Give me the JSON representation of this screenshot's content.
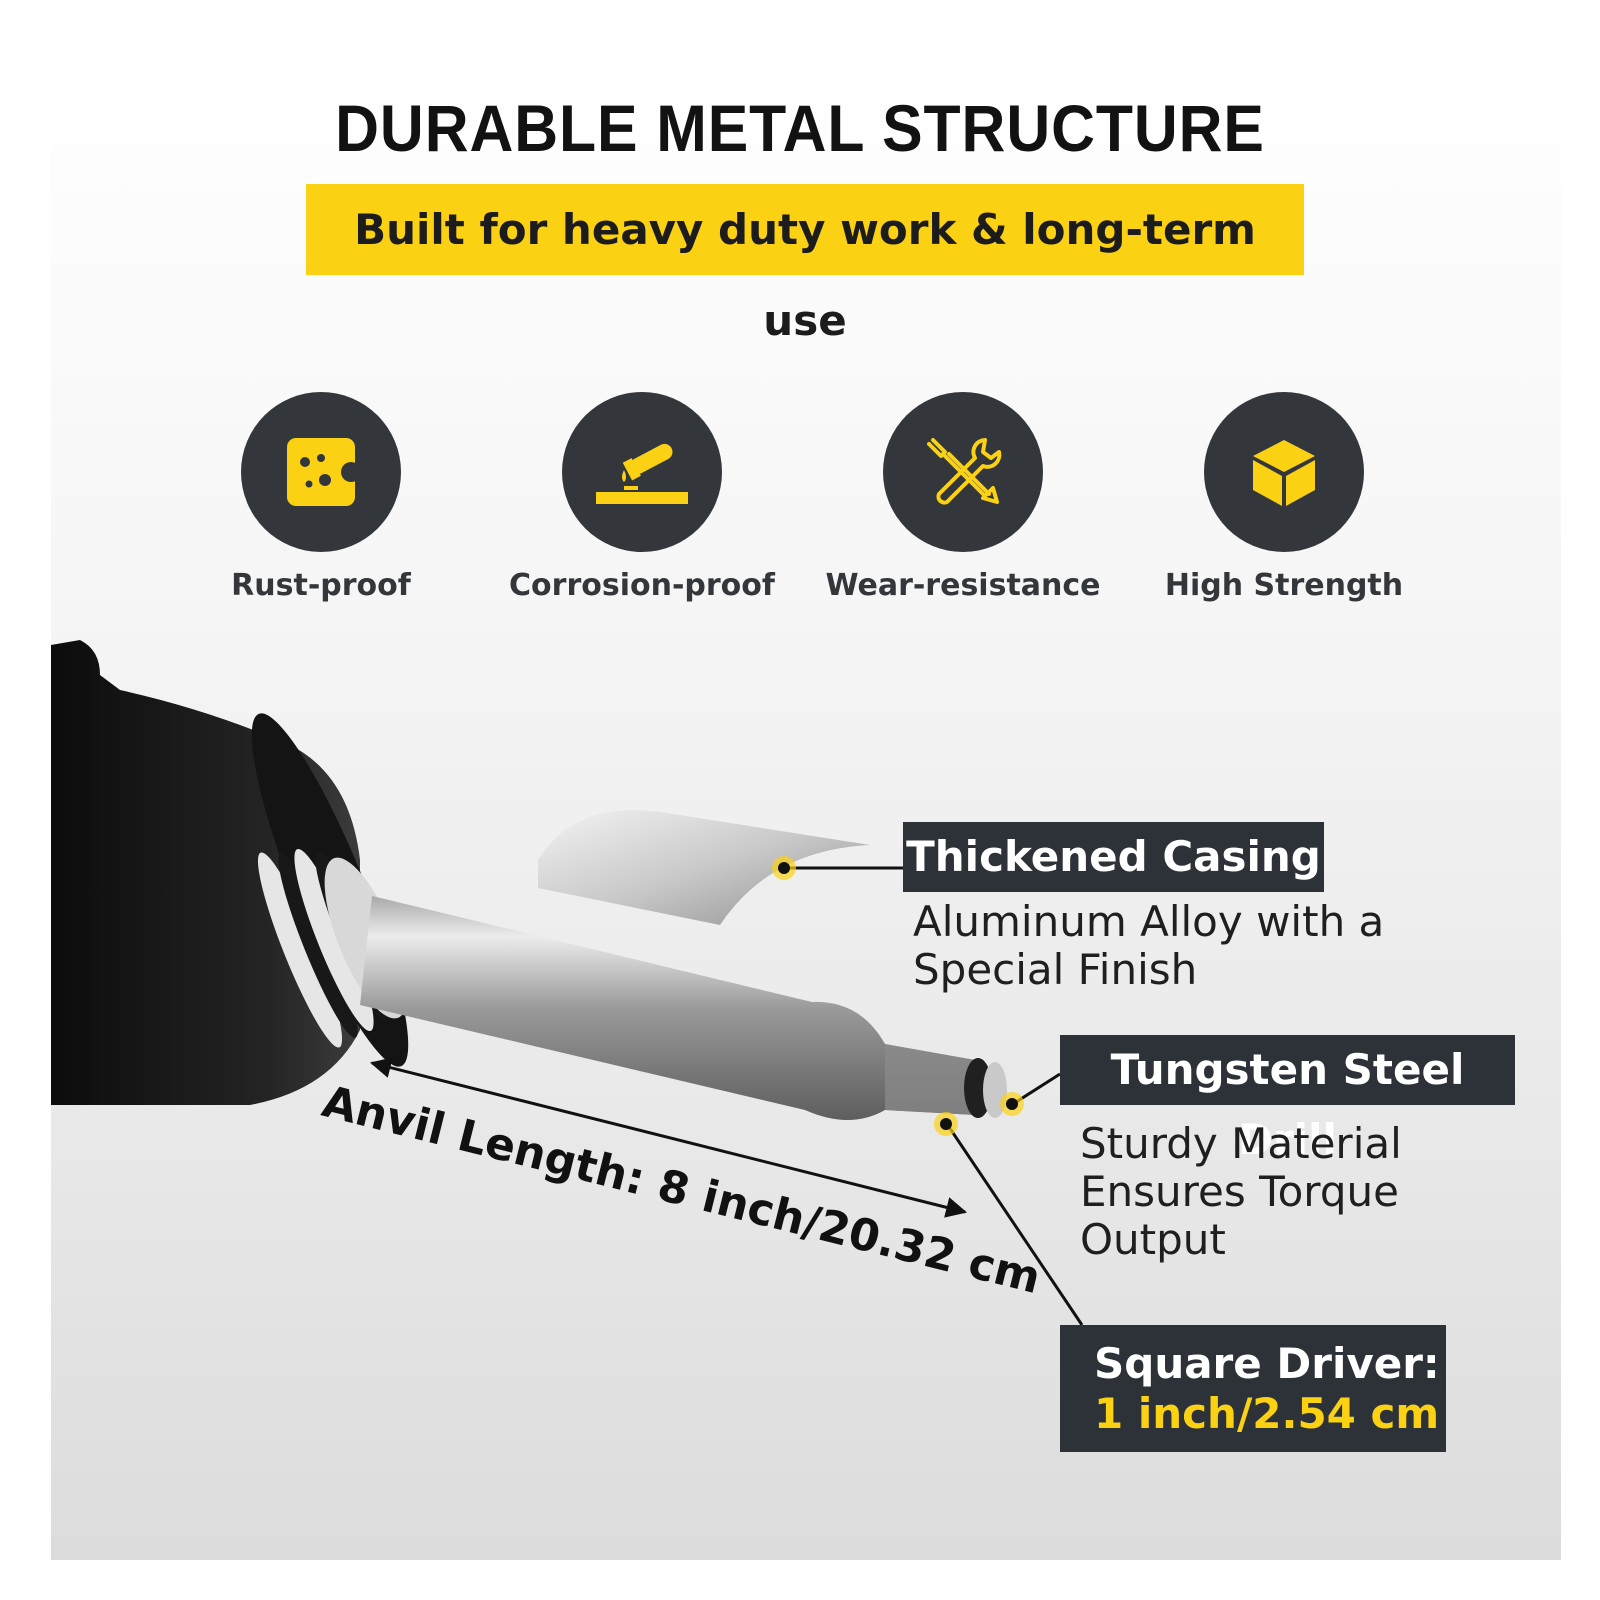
{
  "header": {
    "title": "DURABLE METAL STRUCTURE",
    "subtitle": "Built for heavy duty work & long-term use"
  },
  "features": [
    {
      "label": "Rust-proof",
      "icon": "rust-proof-icon"
    },
    {
      "label": "Corrosion-proof",
      "icon": "corrosion-proof-icon"
    },
    {
      "label": "Wear-resistance",
      "icon": "wear-resistance-icon"
    },
    {
      "label": "High Strength",
      "icon": "high-strength-icon"
    }
  ],
  "callouts": {
    "casing": {
      "title": "Thickened Casing",
      "lines": [
        "Aluminum Alloy with a",
        "Special Finish"
      ]
    },
    "drill": {
      "title": "Tungsten Steel Drill",
      "lines": [
        "Sturdy Material",
        "Ensures Torque",
        "Output"
      ]
    },
    "driver": {
      "title": "Square Driver:",
      "value": "1 inch/2.54 cm"
    }
  },
  "dimension": {
    "label": "Anvil Length: 8 inch/20.32 cm"
  },
  "colors": {
    "accent": "#fbd114",
    "dark": "#2d3238",
    "icon_bg": "#33373c"
  }
}
